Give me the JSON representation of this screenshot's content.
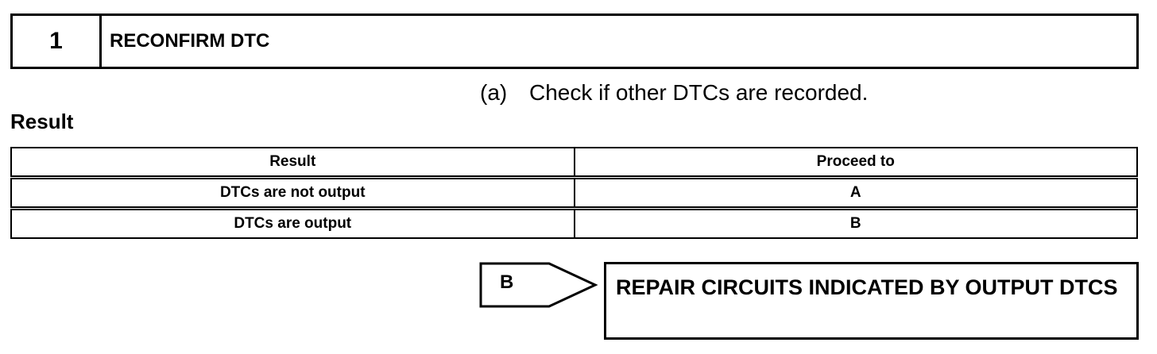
{
  "step": {
    "number": "1",
    "title": "RECONFIRM DTC"
  },
  "instruction": {
    "letter": "(a)",
    "text": "Check if other DTCs are recorded."
  },
  "result_heading": "Result",
  "result_table": {
    "headers": [
      "Result",
      "Proceed to"
    ],
    "rows": [
      [
        "DTCs are not output",
        "A"
      ],
      [
        "DTCs are output",
        "B"
      ]
    ]
  },
  "branch": {
    "letter": "B",
    "action": "REPAIR CIRCUITS INDICATED BY OUTPUT DTCS"
  }
}
